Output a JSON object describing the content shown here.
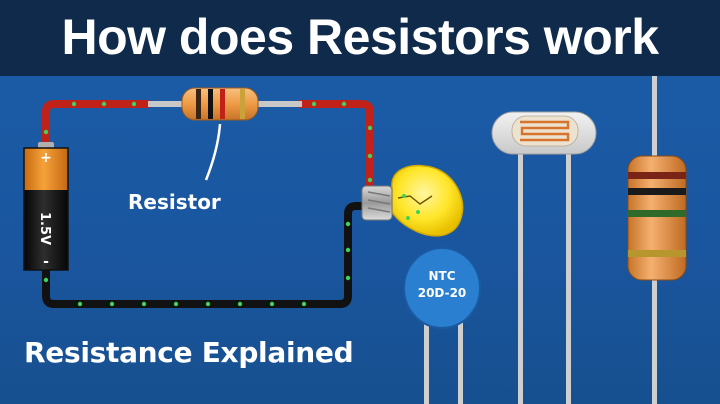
{
  "title": "How does Resistors work",
  "subtitle": "Resistance Explained",
  "circuit": {
    "resistor_label": "Resistor",
    "battery": {
      "plus": "+",
      "voltage": "1.5V",
      "minus": "-"
    }
  },
  "ntc": {
    "line1": "NTC",
    "line2": "20D-20"
  },
  "colors": {
    "background": "#1a56a0",
    "title_bar": "#0f2a4a",
    "wire_positive": "#c0221a",
    "wire_negative": "#111111",
    "wire_dots": "#3fd35a",
    "battery_top": "#f28c1e",
    "battery_bottom": "#1a1a1a",
    "bulb": "#ffe830",
    "resistor_body": "#f0a050",
    "ntc": "#2a7fd0",
    "ldr": "#e6e6e6"
  }
}
